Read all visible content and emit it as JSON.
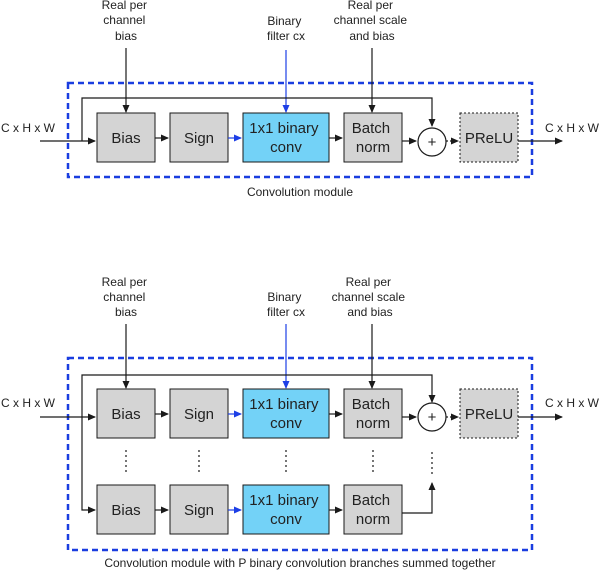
{
  "colors": {
    "block_gray": "#d4d4d4",
    "block_blue": "#73d2f7",
    "dashed_border": "#1a3de0",
    "blue_arrow": "#1d3fe6",
    "line": "#1a1a1a"
  },
  "diagram1": {
    "input_label": "C x H x W",
    "output_label": "C x H x W",
    "ann_bias": [
      "Real per",
      "channel",
      "bias"
    ],
    "ann_filter": [
      "Binary",
      "filter cx"
    ],
    "ann_scale": [
      "Real per",
      "channel scale",
      "and bias"
    ],
    "blocks": {
      "bias": "Bias",
      "sign": "Sign",
      "conv": [
        "1x1 binary",
        "conv"
      ],
      "norm": [
        "Batch",
        "norm"
      ],
      "prelu": "PReLU"
    },
    "sum_symbol": "+",
    "caption": "Convolution module"
  },
  "diagram2": {
    "input_label": "C x H x W",
    "output_label": "C x H x W",
    "ann_bias": [
      "Real per",
      "channel",
      "bias"
    ],
    "ann_filter": [
      "Binary",
      "filter cx"
    ],
    "ann_scale": [
      "Real per",
      "channel scale",
      "and bias"
    ],
    "branch_top": {
      "bias": "Bias",
      "sign": "Sign",
      "conv": [
        "1x1 binary",
        "conv"
      ],
      "norm": [
        "Batch",
        "norm"
      ]
    },
    "branch_bottom": {
      "bias": "Bias",
      "sign": "Sign",
      "conv": [
        "1x1 binary",
        "conv"
      ],
      "norm": [
        "Batch",
        "norm"
      ]
    },
    "prelu": "PReLU",
    "sum_symbol": "+",
    "caption": "Convolution module with P binary convolution branches summed together"
  }
}
